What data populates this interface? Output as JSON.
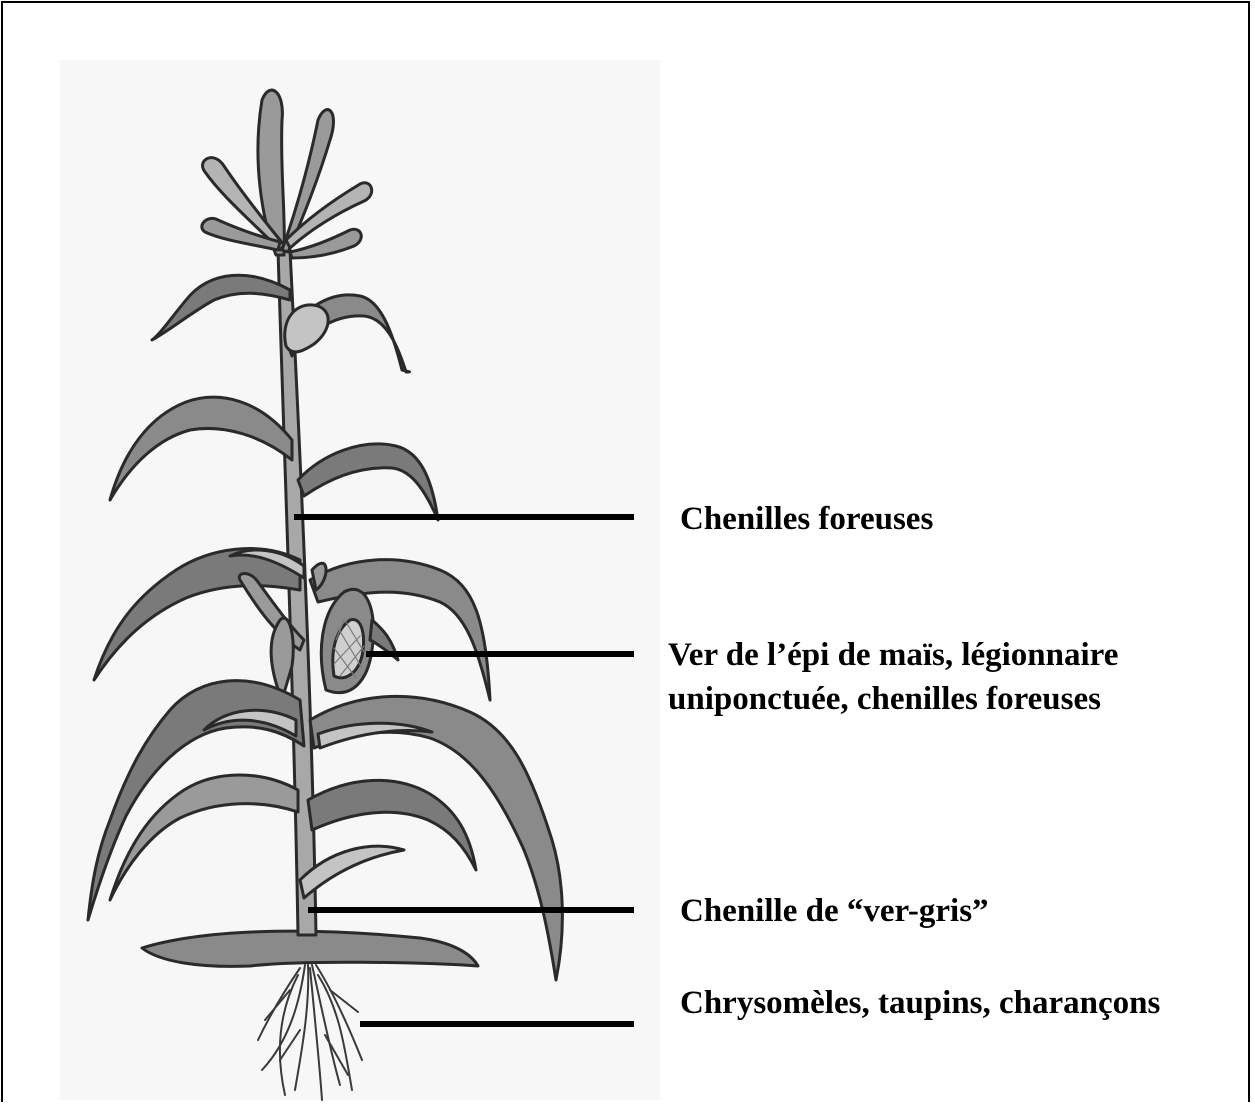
{
  "labels": [
    {
      "lines": [
        "Chenilles foreuses"
      ],
      "target": "stalk"
    },
    {
      "lines": [
        "Ver de l’épi de maïs, légionnaire",
        "uniponctuée, chenilles foreuses"
      ],
      "target": "ear"
    },
    {
      "lines": [
        "Chenille de “ver-gris”"
      ],
      "target": "stem-base"
    },
    {
      "lines": [
        "Chrysomèles, taupins, charançons"
      ],
      "target": "roots"
    }
  ],
  "colors": {
    "leaf_dark": "#7a7a7a",
    "leaf_mid": "#9a9a9a",
    "leaf_light": "#c4c4c4",
    "outline": "#2a2a2a",
    "background": "#f7f7f7"
  },
  "icons": [
    "corn-plant-illustration"
  ]
}
